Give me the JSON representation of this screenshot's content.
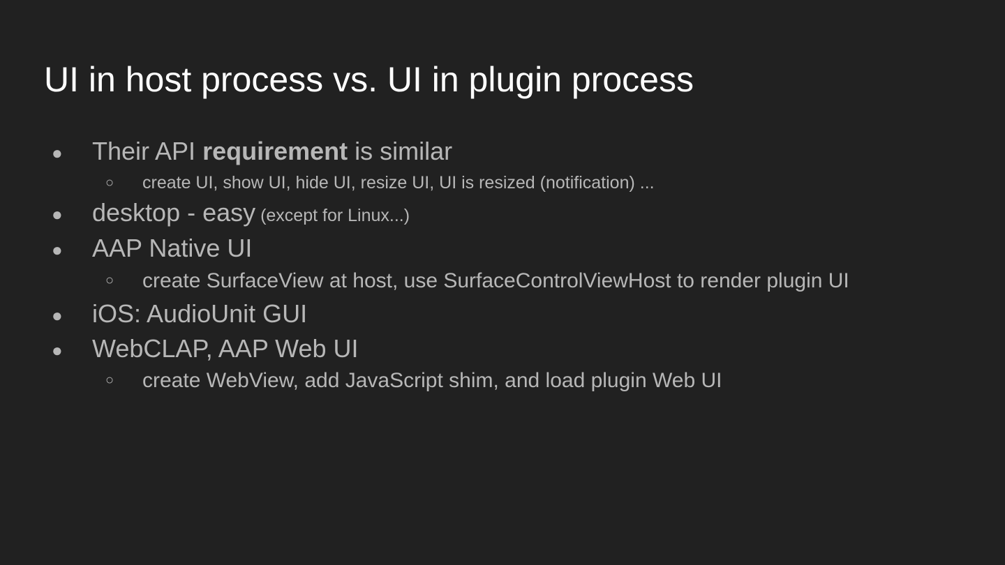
{
  "slide": {
    "title": "UI in host process vs. UI in plugin process",
    "bullets": [
      {
        "marker": "●",
        "prefix": "Their API ",
        "bold": "requirement",
        "suffix": " is similar"
      },
      {
        "marker": "○",
        "text": "create UI, show UI, hide UI, resize UI, UI is resized (notification)  ..."
      },
      {
        "marker": "●",
        "text": "desktop - easy",
        "aside": " (except for Linux...)"
      },
      {
        "marker": "●",
        "text": "AAP Native UI"
      },
      {
        "marker": "○",
        "text": "create SurfaceView at host, use SurfaceControlViewHost to render plugin UI"
      },
      {
        "marker": "●",
        "text": "iOS: AudioUnit GUI"
      },
      {
        "marker": "●",
        "text": "WebCLAP, AAP Web UI"
      },
      {
        "marker": "○",
        "text": "create WebView, add JavaScript shim, and load plugin Web UI"
      }
    ]
  },
  "colors": {
    "background": "#212121",
    "title": "#ffffff",
    "body": "#b7b7b7"
  }
}
